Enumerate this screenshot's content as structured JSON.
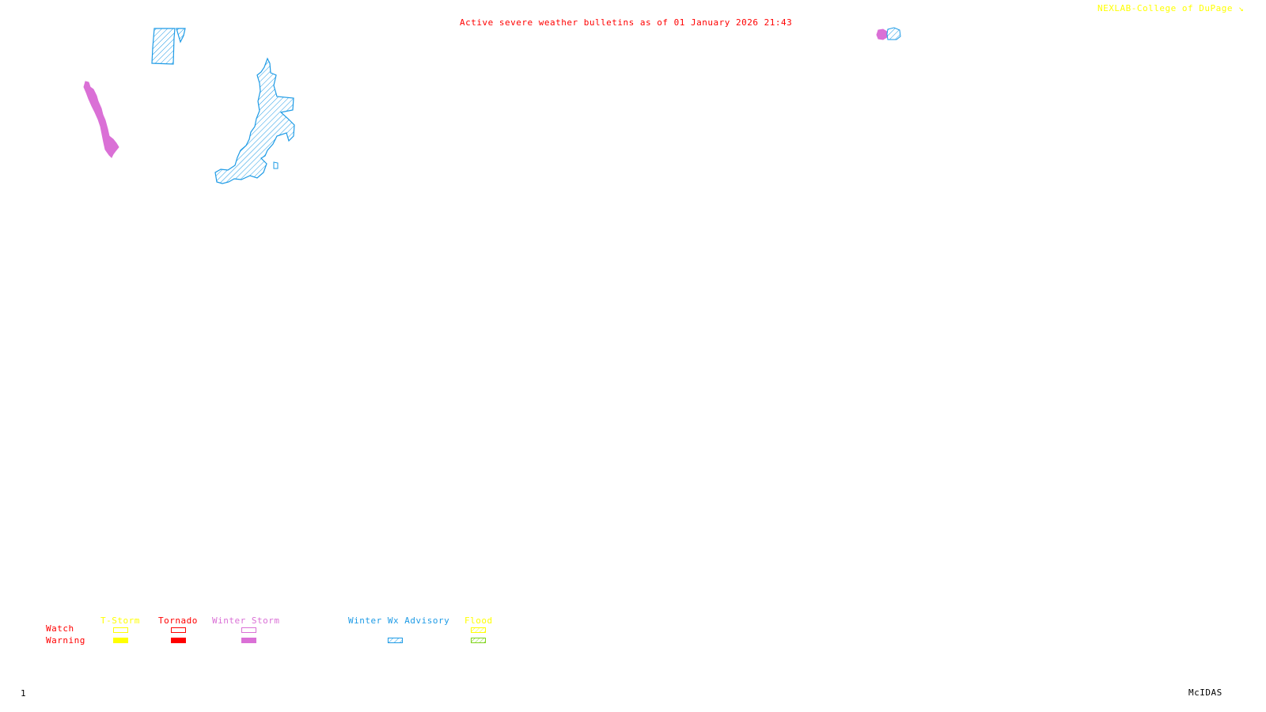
{
  "header": {
    "title": "Active severe weather bulletins as of 01 January 2026 21:43",
    "credit": "NEXLAB-College of DuPage",
    "credit_icon": "cursor-icon"
  },
  "footer": {
    "frame_number": "1",
    "software": "McIDAS"
  },
  "colors": {
    "tstorm": "#ffff00",
    "tornado": "#ff0000",
    "winter_storm": "#da70d6",
    "winter_wx_advisory": "#1e9be6",
    "flood_watch": "#ffff00",
    "flood_warning": "#7fd31a",
    "title": "#ff0000",
    "credit": "#ffff00"
  },
  "legend": {
    "row_labels": {
      "watch": "Watch",
      "warning": "Warning"
    },
    "categories": [
      {
        "label": "T-Storm",
        "watch_style": "outline",
        "warning_style": "solid"
      },
      {
        "label": "Tornado",
        "watch_style": "outline",
        "warning_style": "solid"
      },
      {
        "label": "Winter Storm",
        "watch_style": "outline",
        "warning_style": "solid"
      },
      {
        "label": "Winter Wx Advisory",
        "watch_style": "none",
        "warning_style": "hatched"
      },
      {
        "label": "Flood",
        "watch_style": "hatched",
        "warning_style": "hatched"
      }
    ]
  },
  "map": {
    "regions": [
      {
        "type": "Winter Storm Warning",
        "style": "solid"
      },
      {
        "type": "Winter Wx Advisory",
        "style": "hatched"
      },
      {
        "type": "Winter Wx Advisory",
        "style": "hatched"
      },
      {
        "type": "Winter Storm Warning",
        "style": "solid"
      },
      {
        "type": "Winter Wx Advisory",
        "style": "hatched"
      }
    ]
  }
}
